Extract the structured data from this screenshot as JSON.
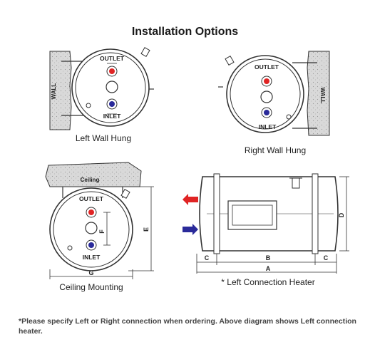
{
  "title": "Installation Options",
  "labels": {
    "left_wall_hung": "Left Wall Hung",
    "right_wall_hung": "Right Wall Hung",
    "ceiling_mounting": "Ceiling Mounting",
    "left_connection_heater": "* Left Connection Heater",
    "wall": "WALL",
    "ceiling": "Ceiling",
    "outlet": "OUTLET",
    "inlet": "INLET"
  },
  "dimensions": {
    "a": "A",
    "b": "B",
    "c": "C",
    "d": "D",
    "e": "E",
    "f": "F",
    "g": "G"
  },
  "note": "*Please specify Left or Right connection when ordering. Above diagram shows Left connection heater.",
  "colors": {
    "outlet_hot": "#e02424",
    "inlet_cold": "#2a2a9a",
    "wall_fill": "#d9d9d9",
    "line": "#333333"
  }
}
